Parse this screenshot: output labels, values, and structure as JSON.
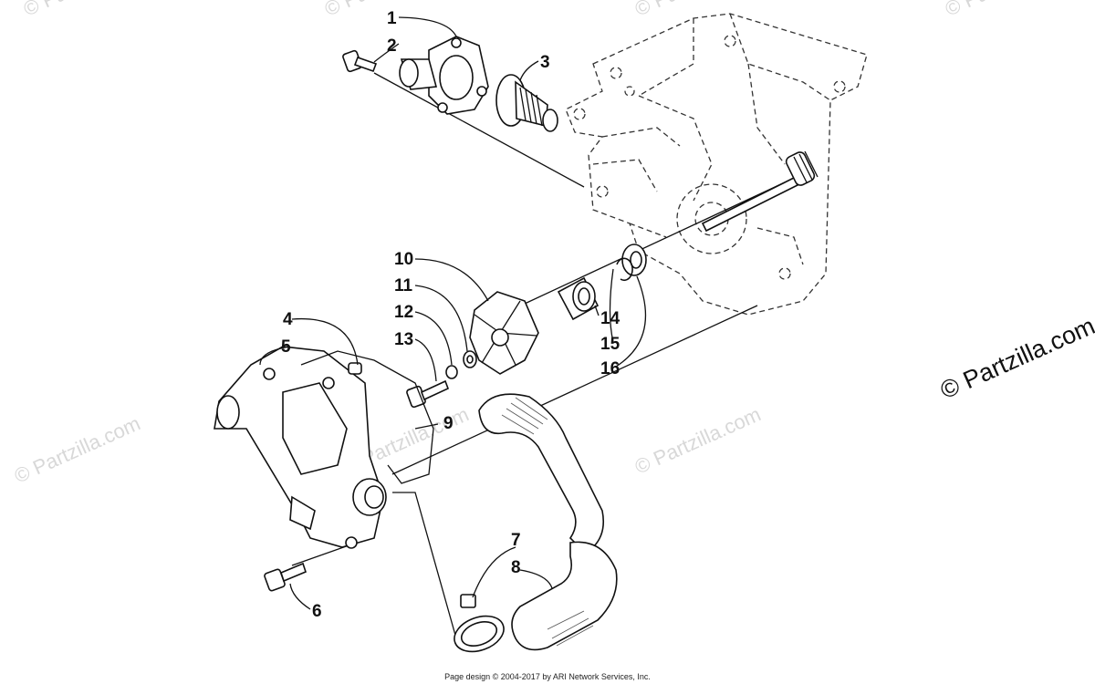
{
  "callouts": {
    "c1": "1",
    "c2": "2",
    "c3": "3",
    "c4": "4",
    "c5": "5",
    "c6": "6",
    "c7": "7",
    "c8": "8",
    "c9": "9",
    "c10": "10",
    "c11": "11",
    "c12": "12",
    "c13": "13",
    "c14": "14",
    "c15": "15",
    "c16": "16"
  },
  "watermark": "© Partzilla.com",
  "brand": "© Partzilla.com",
  "footer": "Page design © 2004-2017 by ARI Network Services, Inc."
}
